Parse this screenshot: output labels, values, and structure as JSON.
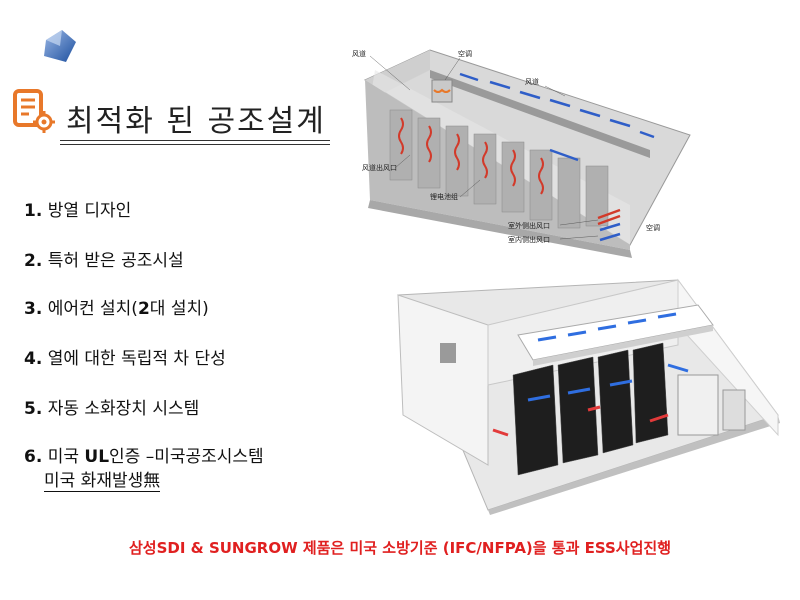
{
  "title": "최적화 된 공조설계",
  "list_items": [
    {
      "num": "1.",
      "text": "방열 디자인"
    },
    {
      "num": "2.",
      "text": "특허 받은 공조시설"
    },
    {
      "num": "3.",
      "pre": "에어컨 설치(",
      "bold": "2",
      "post": "대 설치)"
    },
    {
      "num": "4.",
      "text": "열에 대한 독립적 차 단성"
    },
    {
      "num": "5.",
      "text": "자동 소화장치 시스템"
    },
    {
      "num": "6.",
      "pre": "미국 ",
      "bold": "UL",
      "post": "인증 –미국공조시스템",
      "line2": "미국 화재발생無"
    }
  ],
  "diagram_labels": {
    "a": "风道",
    "b": "空调",
    "c": "风道",
    "d": "风道出风口",
    "e": "锂电池组",
    "f": "室外侧出风口",
    "g": "室内侧出风口",
    "h": "空调"
  },
  "footer": "삼성SDI & SUNGROW 제품은 미국 소방기준 (IFC/NFPA)을 통과 ESS사업진행",
  "colors": {
    "accent_orange": "#e8782a",
    "footer_red": "#e02020",
    "logo_blue": "#2f5ea8"
  }
}
